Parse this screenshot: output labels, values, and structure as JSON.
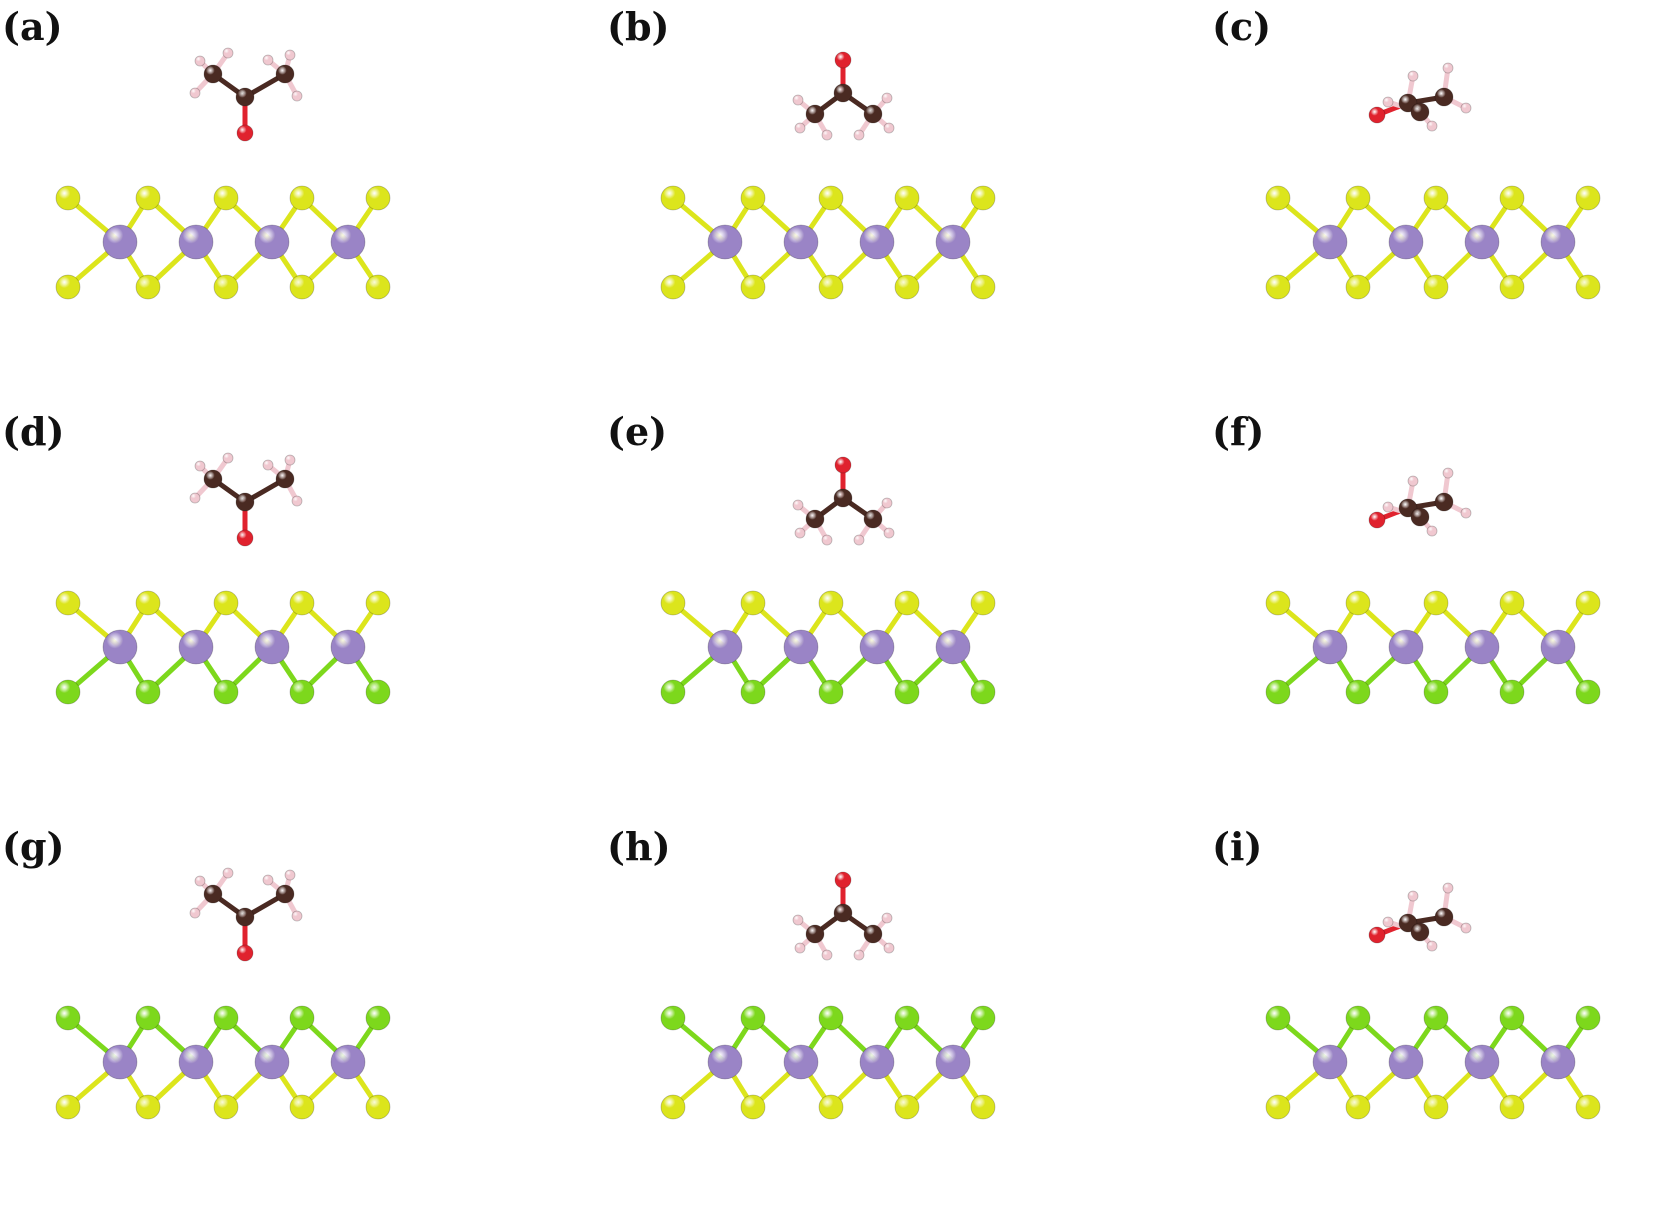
{
  "colors": {
    "metal": "#9a84c6",
    "sulfur": "#dce51c",
    "green": "#7dd81c",
    "carbon": "#4a2a22",
    "oxygen": "#e0222e",
    "hydrogen": "#f0c8d0"
  },
  "panels": [
    {
      "id": "a",
      "label": "(a)",
      "top": "sulfur",
      "bottom": "sulfur",
      "orientation": "o-down"
    },
    {
      "id": "b",
      "label": "(b)",
      "top": "sulfur",
      "bottom": "sulfur",
      "orientation": "o-up"
    },
    {
      "id": "c",
      "label": "(c)",
      "top": "sulfur",
      "bottom": "sulfur",
      "orientation": "o-side"
    },
    {
      "id": "d",
      "label": "(d)",
      "top": "sulfur",
      "bottom": "green",
      "orientation": "o-down"
    },
    {
      "id": "e",
      "label": "(e)",
      "top": "sulfur",
      "bottom": "green",
      "orientation": "o-up"
    },
    {
      "id": "f",
      "label": "(f)",
      "top": "sulfur",
      "bottom": "green",
      "orientation": "o-side"
    },
    {
      "id": "g",
      "label": "(g)",
      "top": "green",
      "bottom": "sulfur",
      "orientation": "o-down"
    },
    {
      "id": "h",
      "label": "(h)",
      "top": "green",
      "bottom": "sulfur",
      "orientation": "o-up"
    },
    {
      "id": "i",
      "label": "(i)",
      "top": "green",
      "bottom": "sulfur",
      "orientation": "o-side"
    }
  ]
}
